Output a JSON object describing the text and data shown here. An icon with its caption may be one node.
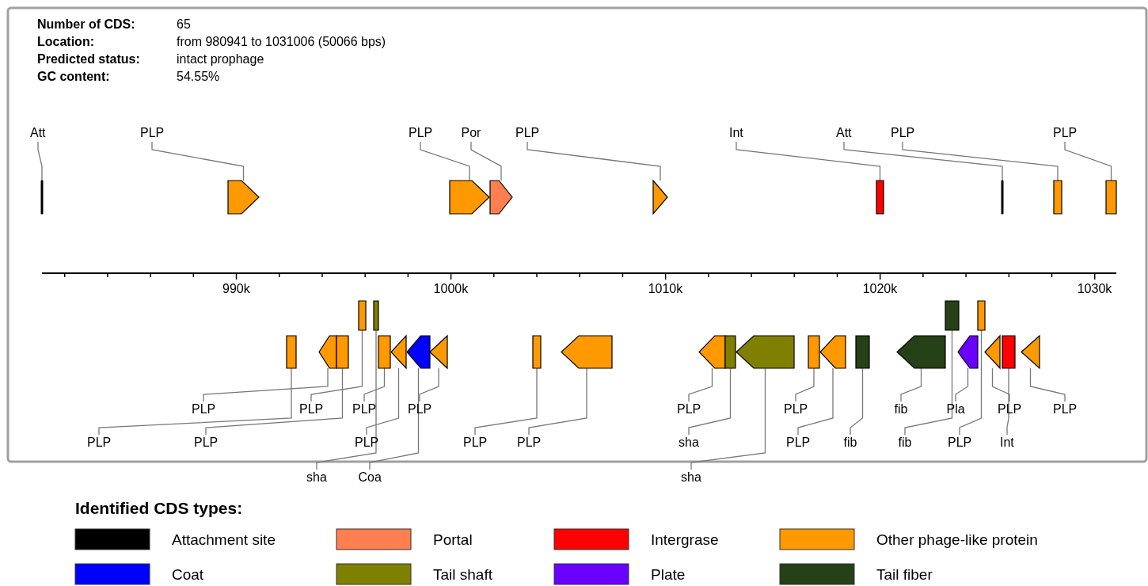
{
  "diagram": {
    "nodes": [
      {
        "text": [
          "Att"
        ]
      },
      {
        "text": [
          "PLP"
        ]
      },
      {
        "text": [
          "PLP"
        ]
      },
      {
        "text": [
          "Por"
        ]
      },
      {
        "text": [
          "PLP"
        ]
      },
      {
        "text": [
          "Int"
        ]
      },
      {
        "text": [
          "Att"
        ]
      },
      {
        "text": [
          "PLP"
        ]
      },
      {
        "text": [
          "PLP"
        ]
      },
      {
        "text": [],
        "shape": "bar"
      },
      {
        "text": [],
        "shape": "arrow"
      },
      {
        "text": [],
        "shape": "arrow"
      },
      {
        "text": [],
        "shape": "arrow"
      },
      {
        "text": [],
        "shape": "triangle"
      },
      {
        "text": [],
        "shape": "box"
      },
      {
        "text": [],
        "shape": "bar"
      },
      {
        "text": [],
        "shape": "box"
      },
      {
        "text": [],
        "shape": "box"
      },
      {
        "text": [],
        "shape": "box"
      },
      {
        "text": [],
        "shape": "arrow"
      },
      {
        "text": [],
        "shape": "box"
      },
      {
        "text": [],
        "shape": "box"
      },
      {
        "text": [],
        "shape": "box"
      },
      {
        "text": [],
        "shape": "box"
      },
      {
        "text": [],
        "shape": "triangle"
      },
      {
        "text": [],
        "shape": "arrow"
      },
      {
        "text": [],
        "shape": "triangle"
      },
      {
        "text": [],
        "shape": "box"
      },
      {
        "text": [],
        "shape": "arrow"
      },
      {
        "text": [],
        "shape": "arrow"
      },
      {
        "text": [],
        "shape": "box"
      },
      {
        "text": [],
        "shape": "arrow"
      },
      {
        "text": [],
        "shape": "box"
      },
      {
        "text": [],
        "shape": "arrow"
      },
      {
        "text": [],
        "shape": "box"
      },
      {
        "text": [],
        "shape": "arrow"
      },
      {
        "text": [],
        "shape": "box"
      },
      {
        "text": [],
        "shape": "arrow"
      },
      {
        "text": [],
        "shape": "box"
      },
      {
        "text": [],
        "shape": "triangle"
      },
      {
        "text": [],
        "shape": "box"
      },
      {
        "text": [],
        "shape": "triangle"
      },
      {
        "text": [
          "PLP"
        ]
      },
      {
        "text": [
          "PLP"
        ]
      },
      {
        "text": [
          "PLP"
        ]
      },
      {
        "text": [
          "PLP"
        ]
      },
      {
        "text": [
          "sha"
        ]
      },
      {
        "text": [
          "PLP"
        ]
      },
      {
        "text": [
          "PLP"
        ]
      },
      {
        "text": [
          "Coa"
        ]
      },
      {
        "text": [
          "PLP"
        ]
      },
      {
        "text": [
          "PLP"
        ]
      },
      {
        "text": [
          "PLP"
        ]
      },
      {
        "text": [
          "PLP"
        ]
      },
      {
        "text": [
          "sha"
        ]
      },
      {
        "text": [
          "sha"
        ]
      },
      {
        "text": [
          "PLP"
        ]
      },
      {
        "text": [
          "PLP"
        ]
      },
      {
        "text": [
          "fib"
        ]
      },
      {
        "text": [
          "fib"
        ]
      },
      {
        "text": [
          "fib"
        ]
      },
      {
        "text": [
          "Pla"
        ]
      },
      {
        "text": [
          "PLP"
        ]
      },
      {
        "text": [
          "PLP"
        ]
      },
      {
        "text": [
          "Int"
        ]
      },
      {
        "text": [
          "PLP"
        ]
      }
    ],
    "edges": [
      {
        "from": 0,
        "to": 9,
        "arrow": "none"
      },
      {
        "from": 1,
        "to": 10,
        "arrow": "none"
      },
      {
        "from": 2,
        "to": 11,
        "arrow": "none"
      },
      {
        "from": 3,
        "to": 12,
        "arrow": "none"
      },
      {
        "from": 4,
        "to": 13,
        "arrow": "none"
      },
      {
        "from": 5,
        "to": 14,
        "arrow": "none"
      },
      {
        "from": 6,
        "to": 15,
        "arrow": "none"
      },
      {
        "from": 7,
        "to": 16,
        "arrow": "none"
      },
      {
        "from": 8,
        "to": 17,
        "arrow": "none"
      },
      {
        "from": 42,
        "to": 18,
        "arrow": "none"
      },
      {
        "from": 43,
        "to": 19,
        "arrow": "none"
      },
      {
        "from": 44,
        "to": 20,
        "arrow": "none"
      },
      {
        "from": 45,
        "to": 21,
        "arrow": "none"
      },
      {
        "from": 46,
        "to": 22,
        "arrow": "none"
      },
      {
        "from": 47,
        "to": 23,
        "arrow": "none"
      },
      {
        "from": 48,
        "to": 24,
        "arrow": "none"
      },
      {
        "from": 49,
        "to": 25,
        "arrow": "none"
      },
      {
        "from": 50,
        "to": 26,
        "arrow": "none"
      },
      {
        "from": 51,
        "to": 27,
        "arrow": "none"
      },
      {
        "from": 52,
        "to": 28,
        "arrow": "none"
      },
      {
        "from": 53,
        "to": 29,
        "arrow": "none"
      },
      {
        "from": 54,
        "to": 30,
        "arrow": "none"
      },
      {
        "from": 55,
        "to": 31,
        "arrow": "none"
      },
      {
        "from": 56,
        "to": 32,
        "arrow": "none"
      },
      {
        "from": 57,
        "to": 33,
        "arrow": "none"
      },
      {
        "from": 58,
        "to": 34,
        "arrow": "none"
      },
      {
        "from": 59,
        "to": 35,
        "arrow": "none"
      },
      {
        "from": 60,
        "to": 36,
        "arrow": "none"
      },
      {
        "from": 61,
        "to": 37,
        "arrow": "none"
      },
      {
        "from": 62,
        "to": 38,
        "arrow": "none"
      },
      {
        "from": 63,
        "to": 39,
        "arrow": "none"
      },
      {
        "from": 64,
        "to": 40,
        "arrow": "none"
      },
      {
        "from": 65,
        "to": 41,
        "arrow": "none"
      }
    ],
    "labels": [
      "Number of CDS:",
      "65",
      "Location:",
      "from 980941 to 1031006 (50066 bps)",
      "Predicted status:",
      "intact prophage",
      "GC content:",
      "54.55%",
      "990k",
      "1000k",
      "1010k",
      "1020k",
      "1030k",
      "Identified CDS types:"
    ],
    "legend": [
      {
        "text": "Attachment site",
        "color": "#000000"
      },
      {
        "text": "Portal",
        "color": "#ff7f50"
      },
      {
        "text": "Intergrase",
        "color": "#ff0000"
      },
      {
        "text": "Other phage-like protein",
        "color": "#ff9900"
      },
      {
        "text": "Coat",
        "color": "#0000ff"
      },
      {
        "text": "Tail shaft",
        "color": "#808000"
      },
      {
        "text": "Plate",
        "color": "#6a00ff"
      },
      {
        "text": "Tail fiber",
        "color": "#264017"
      }
    ]
  }
}
